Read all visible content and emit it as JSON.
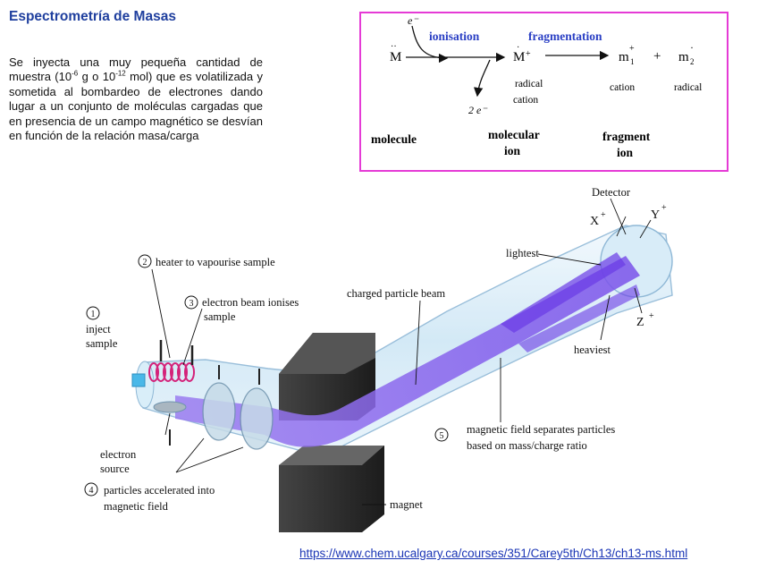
{
  "title": "Espectrometría de Masas",
  "description": {
    "before_exp1": "Se inyecta una muy pequeña cantidad de muestra (10",
    "exp1": "-6",
    "between": " g o 10",
    "exp2": "-12",
    "after": " mol) que es volatilizada y sometida al bombardeo de electrones dando lugar a un conjunto de moléculas cargadas que en presencia de un campo magnético se desvían en función de la relación masa/carga"
  },
  "ionisation_box": {
    "electron_in": "e⁻",
    "molecule_symbol": "M",
    "ionisation_label": "ionisation",
    "fragmentation_label": "fragmentation",
    "radical_cation_symbol": "M",
    "radical_cation_sup": "+",
    "electrons_out": "2 e⁻",
    "radical_cation_label_1": "radical",
    "radical_cation_label_2": "cation",
    "fragment1_symbol": "m",
    "fragment1_sub": "1",
    "fragment1_sup": "+",
    "plus": "+",
    "fragment2_symbol": "m",
    "fragment2_sub": "2",
    "fragment2_sup": "·",
    "cation_label": "cation",
    "radical_label": "radical",
    "molecule_label": "molecule",
    "molecular_ion_1": "molecular",
    "molecular_ion_2": "ion",
    "fragment_ion_1": "fragment",
    "fragment_ion_2": "ion"
  },
  "apparatus": {
    "step1_num": "1",
    "step1_line1": "inject",
    "step1_line2": "sample",
    "step2_num": "2",
    "step2_text": "heater to vapourise sample",
    "step3_num": "3",
    "step3_line1": "electron beam ionises",
    "step3_line2": "sample",
    "electron_source_1": "electron",
    "electron_source_2": "source",
    "step4_num": "4",
    "step4_line1": "particles accelerated into",
    "step4_line2": "magnetic field",
    "magnet": "magnet",
    "charged_beam": "charged particle beam",
    "step5_num": "5",
    "step5_line1": "magnetic field separates particles",
    "step5_line2": "based on mass/charge ratio",
    "lightest": "lightest",
    "heaviest": "heaviest",
    "detector": "Detector",
    "x_label": "X",
    "y_label": "Y",
    "z_label": "Z",
    "ion_charge": "+"
  },
  "source_url": "https://www.chem.ucalgary.ca/courses/351/Carey5th/Ch13/ch13-ms.html"
}
